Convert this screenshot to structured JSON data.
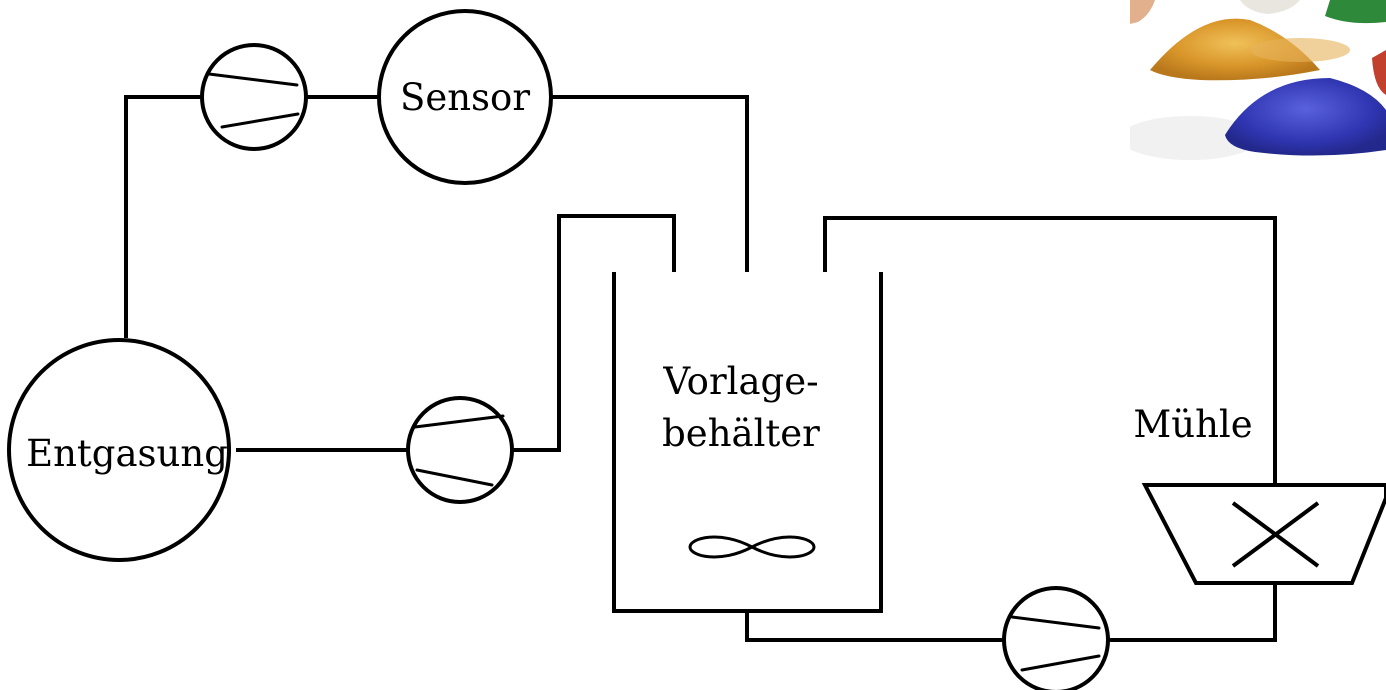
{
  "labels": {
    "sensor": "Sensor",
    "entgasung": "Entgasung",
    "vorlage_line1": "Vorlage-",
    "vorlage_line2": "behälter",
    "muehle": "Mühle"
  },
  "decor": {
    "pigments_photo": "pigment-powder-photo",
    "pigment_colors": [
      "#d9a02c",
      "#3a3fb8",
      "#2e8a3a",
      "#c2412e",
      "#e8c24a"
    ]
  }
}
